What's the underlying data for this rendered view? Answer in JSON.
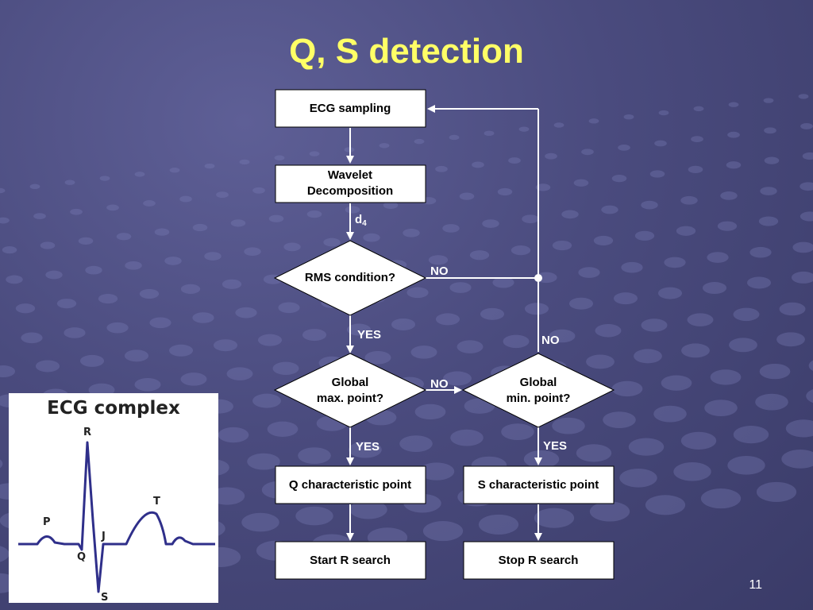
{
  "slide": {
    "title": "Q, S detection",
    "number": "11"
  },
  "flowchart": {
    "nodes": {
      "ecg_sampling": "ECG  sampling",
      "wavelet_line1": "Wavelet",
      "wavelet_line2": "Decomposition",
      "rms": "RMS condition?",
      "global_max_line1": "Global",
      "global_max_line2": "max. point?",
      "global_min_line1": "Global",
      "global_min_line2": "min. point?",
      "q_point": "Q characteristic point",
      "s_point": "S characteristic point",
      "start_r": "Start R search",
      "stop_r": "Stop R search"
    },
    "edges": {
      "d4_main": "d",
      "d4_sub": "4",
      "rms_no": "NO",
      "rms_yes": "YES",
      "max_no": "NO",
      "max_yes": "YES",
      "min_no": "NO",
      "min_yes": "YES"
    }
  },
  "ecg_figure": {
    "title": "ECG complex",
    "labels": {
      "p": "P",
      "q": "Q",
      "r": "R",
      "s": "S",
      "t": "T",
      "j": "J"
    }
  }
}
